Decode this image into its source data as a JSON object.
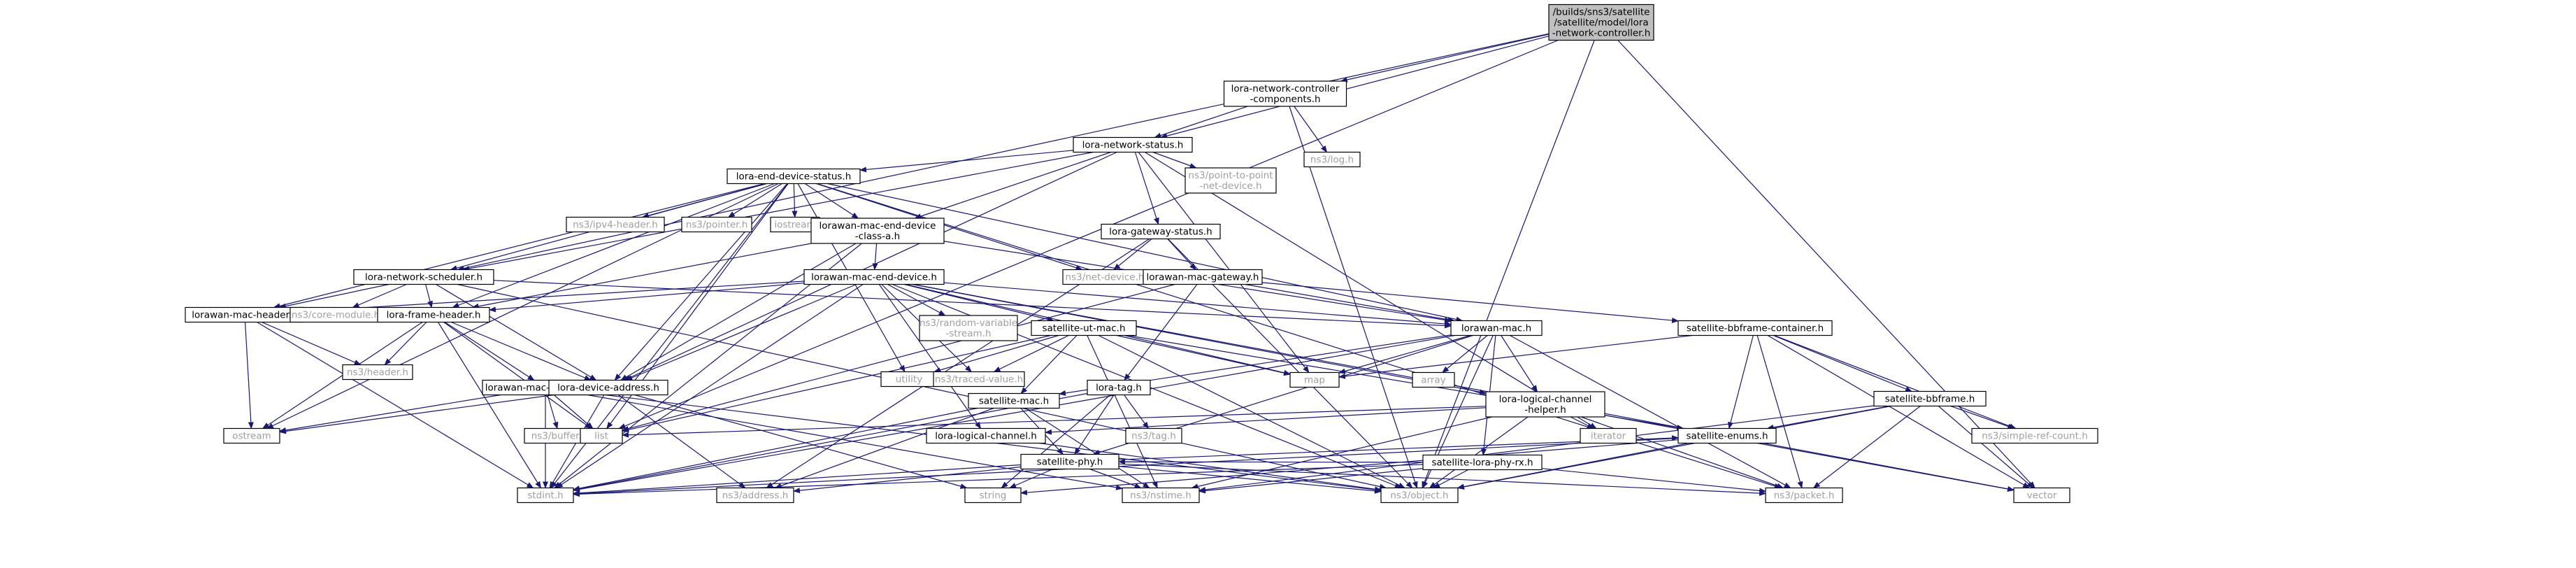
{
  "colors": {
    "edge": "#191970",
    "node_text": "#000000",
    "muted_text": "#a0a0a0",
    "muted_border": "#bfbfbf",
    "link_border": "#ff0000",
    "root_fill": "#bfbfbf",
    "fill": "#ffffff"
  },
  "nodes": [
    {
      "id": "root",
      "lines": [
        "/builds/sns3/satellite",
        "/satellite/model/lora",
        "-network-controller.h"
      ],
      "style": "root"
    },
    {
      "id": "lnc_components",
      "lines": [
        "lora-network-controller",
        "-components.h"
      ],
      "style": "normal"
    },
    {
      "id": "lns",
      "lines": [
        "lora-network-status.h"
      ],
      "style": "normal"
    },
    {
      "id": "log",
      "lines": [
        "ns3/log.h"
      ],
      "style": "muted"
    },
    {
      "id": "leds",
      "lines": [
        "lora-end-device-status.h"
      ],
      "style": "normal"
    },
    {
      "id": "p2p",
      "lines": [
        "ns3/point-to-point",
        "-net-device.h"
      ],
      "style": "muted"
    },
    {
      "id": "ipv4",
      "lines": [
        "ns3/ipv4-header.h"
      ],
      "style": "muted"
    },
    {
      "id": "pointer",
      "lines": [
        "ns3/pointer.h"
      ],
      "style": "muted"
    },
    {
      "id": "iostream",
      "lines": [
        "iostream"
      ],
      "style": "muted"
    },
    {
      "id": "lmedca",
      "lines": [
        "lorawan-mac-end-device",
        "-class-a.h"
      ],
      "style": "normal"
    },
    {
      "id": "lgs",
      "lines": [
        "lora-gateway-status.h"
      ],
      "style": "normal"
    },
    {
      "id": "netdev",
      "lines": [
        "ns3/net-device.h"
      ],
      "style": "muted"
    },
    {
      "id": "lmgw",
      "lines": [
        "lorawan-mac-gateway.h"
      ],
      "style": "normal"
    },
    {
      "id": "lsched",
      "lines": [
        "lora-network-scheduler.h"
      ],
      "style": "normal"
    },
    {
      "id": "lmed",
      "lines": [
        "lorawan-mac-end-device.h"
      ],
      "style": "normal"
    },
    {
      "id": "lmh",
      "lines": [
        "lorawan-mac-header.h"
      ],
      "style": "normal"
    },
    {
      "id": "core",
      "lines": [
        "ns3/core-module.h"
      ],
      "style": "muted"
    },
    {
      "id": "lfh",
      "lines": [
        "lora-frame-header.h"
      ],
      "style": "normal"
    },
    {
      "id": "rvs",
      "lines": [
        "ns3/random-variable",
        "-stream.h"
      ],
      "style": "muted"
    },
    {
      "id": "sutmac",
      "lines": [
        "satellite-ut-mac.h"
      ],
      "style": "link"
    },
    {
      "id": "lmac",
      "lines": [
        "lorawan-mac.h"
      ],
      "style": "normal"
    },
    {
      "id": "sbbfc",
      "lines": [
        "satellite-bbframe-container.h"
      ],
      "style": "link"
    },
    {
      "id": "header",
      "lines": [
        "ns3/header.h"
      ],
      "style": "muted"
    },
    {
      "id": "lmc",
      "lines": [
        "lorawan-mac-command.h"
      ],
      "style": "normal"
    },
    {
      "id": "lda",
      "lines": [
        "lora-device-address.h"
      ],
      "style": "normal"
    },
    {
      "id": "utility",
      "lines": [
        "utility"
      ],
      "style": "muted"
    },
    {
      "id": "traced",
      "lines": [
        "ns3/traced-value.h"
      ],
      "style": "muted"
    },
    {
      "id": "smac",
      "lines": [
        "satellite-mac.h"
      ],
      "style": "link"
    },
    {
      "id": "ltag",
      "lines": [
        "lora-tag.h"
      ],
      "style": "normal"
    },
    {
      "id": "map",
      "lines": [
        "map"
      ],
      "style": "muted"
    },
    {
      "id": "array",
      "lines": [
        "array"
      ],
      "style": "muted"
    },
    {
      "id": "llch",
      "lines": [
        "lora-logical-channel",
        "-helper.h"
      ],
      "style": "link"
    },
    {
      "id": "sbbf",
      "lines": [
        "satellite-bbframe.h"
      ],
      "style": "link"
    },
    {
      "id": "ostream",
      "lines": [
        "ostream"
      ],
      "style": "muted"
    },
    {
      "id": "buffer",
      "lines": [
        "ns3/buffer.h"
      ],
      "style": "muted"
    },
    {
      "id": "list",
      "lines": [
        "list"
      ],
      "style": "muted"
    },
    {
      "id": "nstag",
      "lines": [
        "ns3/tag.h"
      ],
      "style": "muted"
    },
    {
      "id": "llc",
      "lines": [
        "lora-logical-channel.h"
      ],
      "style": "normal"
    },
    {
      "id": "sphy",
      "lines": [
        "satellite-phy.h"
      ],
      "style": "link"
    },
    {
      "id": "slprx",
      "lines": [
        "satellite-lora-phy-rx.h"
      ],
      "style": "link"
    },
    {
      "id": "senums",
      "lines": [
        "satellite-enums.h"
      ],
      "style": "link"
    },
    {
      "id": "iterator",
      "lines": [
        "iterator"
      ],
      "style": "muted"
    },
    {
      "id": "src",
      "lines": [
        "ns3/simple-ref-count.h"
      ],
      "style": "muted"
    },
    {
      "id": "stdint",
      "lines": [
        "stdint.h"
      ],
      "style": "muted"
    },
    {
      "id": "address",
      "lines": [
        "ns3/address.h"
      ],
      "style": "muted"
    },
    {
      "id": "string",
      "lines": [
        "string"
      ],
      "style": "muted"
    },
    {
      "id": "nstime",
      "lines": [
        "ns3/nstime.h"
      ],
      "style": "muted"
    },
    {
      "id": "object",
      "lines": [
        "ns3/object.h"
      ],
      "style": "muted"
    },
    {
      "id": "packet",
      "lines": [
        "ns3/packet.h"
      ],
      "style": "muted"
    },
    {
      "id": "vector",
      "lines": [
        "vector"
      ],
      "style": "muted"
    }
  ],
  "edges": [
    [
      "root",
      "lnc_components"
    ],
    [
      "root",
      "lns"
    ],
    [
      "root",
      "lsched"
    ],
    [
      "root",
      "list"
    ],
    [
      "root",
      "object"
    ],
    [
      "root",
      "vector"
    ],
    [
      "lnc_components",
      "lns"
    ],
    [
      "lnc_components",
      "log"
    ],
    [
      "lnc_components",
      "object"
    ],
    [
      "lns",
      "leds"
    ],
    [
      "lns",
      "p2p"
    ],
    [
      "lns",
      "lgs"
    ],
    [
      "lns",
      "lsched"
    ],
    [
      "lns",
      "lmedca"
    ],
    [
      "lns",
      "lda"
    ],
    [
      "lns",
      "map"
    ],
    [
      "lns",
      "iterator"
    ],
    [
      "leds",
      "ipv4"
    ],
    [
      "leds",
      "pointer"
    ],
    [
      "leds",
      "iostream"
    ],
    [
      "leds",
      "netdev"
    ],
    [
      "leds",
      "lmedca"
    ],
    [
      "leds",
      "lsched"
    ],
    [
      "leds",
      "lmh"
    ],
    [
      "leds",
      "lfh"
    ],
    [
      "leds",
      "lda"
    ],
    [
      "leds",
      "list"
    ],
    [
      "leds",
      "stdint"
    ],
    [
      "leds",
      "ostream"
    ],
    [
      "leds",
      "lmac"
    ],
    [
      "leds",
      "packet"
    ],
    [
      "leds",
      "utility"
    ],
    [
      "lgs",
      "netdev"
    ],
    [
      "lgs",
      "lmgw"
    ],
    [
      "lgs",
      "object"
    ],
    [
      "lgs",
      "address"
    ],
    [
      "lmedca",
      "lmed"
    ],
    [
      "lmedca",
      "lmac"
    ],
    [
      "lmedca",
      "lfh"
    ],
    [
      "lmedca",
      "lda"
    ],
    [
      "lmedca",
      "stdint"
    ],
    [
      "lmgw",
      "lmac"
    ],
    [
      "lmgw",
      "ltag"
    ],
    [
      "lmgw",
      "sbbfc"
    ],
    [
      "lmgw",
      "list"
    ],
    [
      "lsched",
      "lmh"
    ],
    [
      "lsched",
      "lfh"
    ],
    [
      "lsched",
      "lda"
    ],
    [
      "lsched",
      "core"
    ],
    [
      "lsched",
      "lmac"
    ],
    [
      "lsched",
      "object"
    ],
    [
      "lmed",
      "lfh"
    ],
    [
      "lmed",
      "lmh"
    ],
    [
      "lmed",
      "lmac"
    ],
    [
      "lmed",
      "rvs"
    ],
    [
      "lmed",
      "traced"
    ],
    [
      "lmed",
      "sutmac"
    ],
    [
      "lmed",
      "lda"
    ],
    [
      "lmed",
      "llch"
    ],
    [
      "lmed",
      "llc"
    ],
    [
      "lmed",
      "stdint"
    ],
    [
      "lmed",
      "map"
    ],
    [
      "lmed",
      "vector"
    ],
    [
      "lmed",
      "object"
    ],
    [
      "lmh",
      "header"
    ],
    [
      "lmh",
      "ostream"
    ],
    [
      "lmh",
      "stdint"
    ],
    [
      "lfh",
      "header"
    ],
    [
      "lfh",
      "lmc"
    ],
    [
      "lfh",
      "lda"
    ],
    [
      "lfh",
      "list"
    ],
    [
      "lfh",
      "stdint"
    ],
    [
      "lfh",
      "ostream"
    ],
    [
      "lmc",
      "buffer"
    ],
    [
      "lmc",
      "list"
    ],
    [
      "lmc",
      "stdint"
    ],
    [
      "lmc",
      "ostream"
    ],
    [
      "lmc",
      "nstime"
    ],
    [
      "lmc",
      "object"
    ],
    [
      "lda",
      "address"
    ],
    [
      "lda",
      "stdint"
    ],
    [
      "lda",
      "string"
    ],
    [
      "lda",
      "ostream"
    ],
    [
      "sutmac",
      "smac"
    ],
    [
      "sutmac",
      "senums"
    ],
    [
      "sutmac",
      "utility"
    ],
    [
      "sutmac",
      "traced"
    ],
    [
      "sutmac",
      "map"
    ],
    [
      "sutmac",
      "nstime"
    ],
    [
      "sutmac",
      "object"
    ],
    [
      "sutmac",
      "list"
    ],
    [
      "smac",
      "sphy"
    ],
    [
      "smac",
      "stdint"
    ],
    [
      "smac",
      "address"
    ],
    [
      "smac",
      "nstime"
    ],
    [
      "lmac",
      "map"
    ],
    [
      "lmac",
      "array"
    ],
    [
      "lmac",
      "llch"
    ],
    [
      "lmac",
      "slprx"
    ],
    [
      "lmac",
      "sphy"
    ],
    [
      "lmac",
      "smac"
    ],
    [
      "lmac",
      "object"
    ],
    [
      "lmac",
      "packet"
    ],
    [
      "lmac",
      "stdint"
    ],
    [
      "sbbfc",
      "sbbf"
    ],
    [
      "sbbfc",
      "map"
    ],
    [
      "sbbfc",
      "senums"
    ],
    [
      "sbbfc",
      "src"
    ],
    [
      "sbbfc",
      "packet"
    ],
    [
      "sbbfc",
      "vector"
    ],
    [
      "sbbf",
      "senums"
    ],
    [
      "sbbf",
      "src"
    ],
    [
      "sbbf",
      "packet"
    ],
    [
      "sbbf",
      "object"
    ],
    [
      "sbbf",
      "vector"
    ],
    [
      "sbbf",
      "nstime"
    ],
    [
      "ltag",
      "nstag"
    ],
    [
      "ltag",
      "stdint"
    ],
    [
      "ltag",
      "sphy"
    ],
    [
      "ltag",
      "string"
    ],
    [
      "llch",
      "llc"
    ],
    [
      "llch",
      "iterator"
    ],
    [
      "llch",
      "object"
    ],
    [
      "llch",
      "packet"
    ],
    [
      "llch",
      "list"
    ],
    [
      "llch",
      "nstime"
    ],
    [
      "llch",
      "vector"
    ],
    [
      "llc",
      "object"
    ],
    [
      "sphy",
      "stdint"
    ],
    [
      "sphy",
      "string"
    ],
    [
      "sphy",
      "nstime"
    ],
    [
      "sphy",
      "object"
    ],
    [
      "sphy",
      "packet"
    ],
    [
      "sphy",
      "address"
    ],
    [
      "sphy",
      "senums"
    ],
    [
      "slprx",
      "sphy"
    ],
    [
      "slprx",
      "stdint"
    ],
    [
      "slprx",
      "nstime"
    ],
    [
      "slprx",
      "object"
    ],
    [
      "slprx",
      "packet"
    ],
    [
      "senums",
      "stdint"
    ],
    [
      "senums",
      "string"
    ],
    [
      "senums",
      "object"
    ]
  ]
}
